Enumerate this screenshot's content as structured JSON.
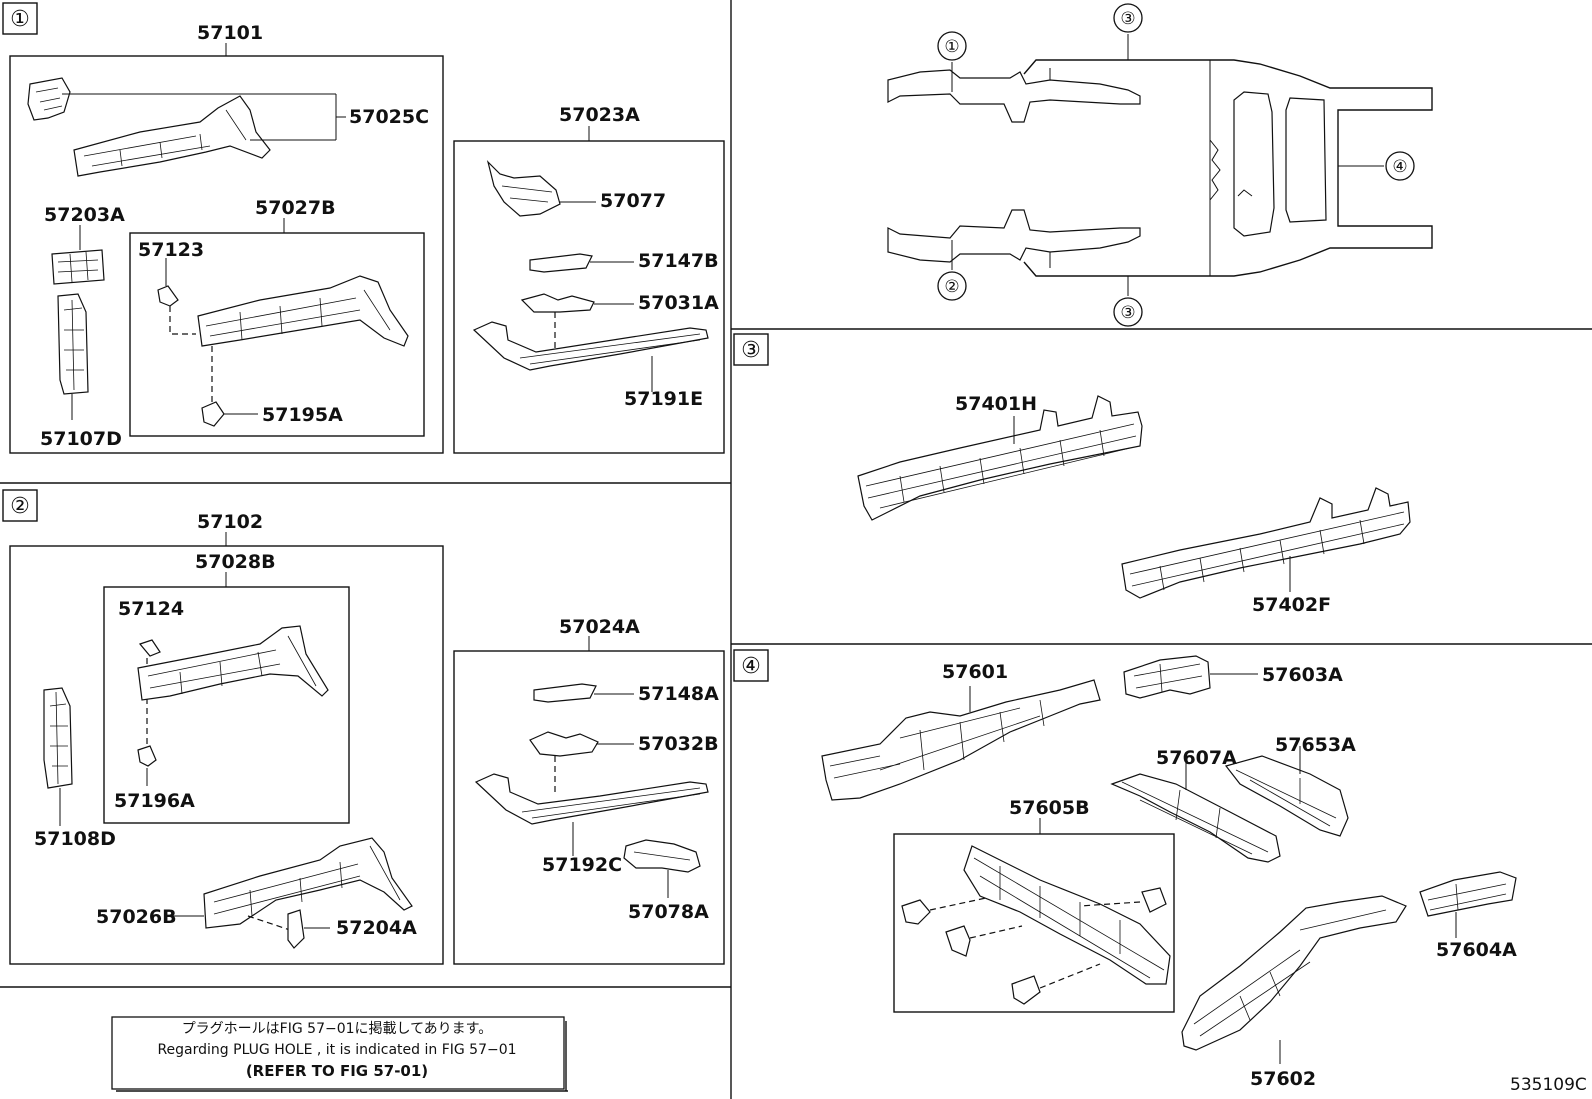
{
  "sections": {
    "s1": "①",
    "s2": "②",
    "s3": "③",
    "s4": "④"
  },
  "markers": {
    "m1": "①",
    "m2": "②",
    "m3": "③",
    "m4": "④"
  },
  "labels": {
    "p57101": "57101",
    "p57025C": "57025C",
    "p57203A": "57203A",
    "p57027B": "57027B",
    "p57123": "57123",
    "p57195A": "57195A",
    "p57107D": "57107D",
    "p57023A": "57023A",
    "p57077": "57077",
    "p57147B": "57147B",
    "p57031A": "57031A",
    "p57191E": "57191E",
    "p57102": "57102",
    "p57028B": "57028B",
    "p57124": "57124",
    "p57196A": "57196A",
    "p57108D": "57108D",
    "p57026B": "57026B",
    "p57204A": "57204A",
    "p57024A": "57024A",
    "p57148A": "57148A",
    "p57032B": "57032B",
    "p57192C": "57192C",
    "p57078A": "57078A",
    "p57401H": "57401H",
    "p57402F": "57402F",
    "p57601": "57601",
    "p57603A": "57603A",
    "p57607A": "57607A",
    "p57653A": "57653A",
    "p57605B": "57605B",
    "p57604A": "57604A",
    "p57602": "57602"
  },
  "note": {
    "jp": "プラグホールはFIG 57−01に掲載してあります。",
    "en": "Regarding  PLUG  HOLE , it is indicated in FIG  57−01",
    "ref": "(REFER  TO  FIG  57-01)"
  },
  "figure_code": "535109C"
}
